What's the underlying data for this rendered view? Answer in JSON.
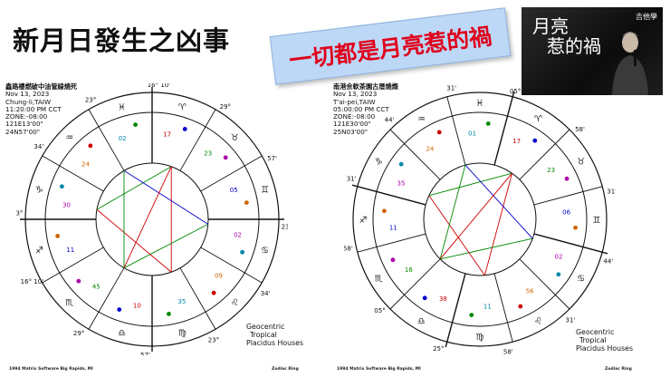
{
  "title": "新月日發生之凶事",
  "banner": "一切都是月亮惹的禍",
  "photo": {
    "caption_line1": "月亮",
    "caption_line2": "惹的禍",
    "logo": "吉他學"
  },
  "charts": [
    {
      "event": "鑫路樓燃破中油管線燒死",
      "date": "Nov 13, 2023",
      "location": "Chung-li,TAIW",
      "time": "11:20:00 PM CCT",
      "zone": "ZONE:-08:00",
      "longitude": "121E13'00\"",
      "latitude": "24N57'00\"",
      "footer1": "Geocentric",
      "footer2": "Tropical",
      "footer3": "Placidus Houses",
      "software": "1994 Matrix Software Big Rapids, MI",
      "wheel": "Zodiac Ring",
      "cusps": [
        "16° 10'",
        "29°",
        "57'",
        "23°",
        "34'",
        "23°",
        "57'",
        "29°",
        "16° 10'",
        "23°",
        "34'",
        "23°"
      ],
      "labels": [
        "17",
        "23",
        "05",
        "02",
        "09",
        "35",
        "10",
        "45",
        "11",
        "30",
        "24",
        "02"
      ]
    },
    {
      "event": "南港余軟茶園古厝燒燬",
      "date": "Nov 13, 2023",
      "location": "T'ai-pei,TAIW",
      "time": "05:00:00 PM CCT",
      "zone": "ZONE:-08:00",
      "longitude": "121E30'00\"",
      "latitude": "25N03'00\"",
      "footer1": "Geocentric",
      "footer2": "Tropical",
      "footer3": "Placidus Houses",
      "software": "1994 Matrix Software Big Rapids, MI",
      "wheel": "Zodiac Ring",
      "cusps": [
        "05° 25'",
        "58'",
        "31'",
        "44'",
        "31'",
        "58'",
        "25°",
        "05°",
        "58'",
        "31'",
        "44'",
        "31'"
      ],
      "labels": [
        "17",
        "23",
        "06",
        "02",
        "56",
        "11",
        "38",
        "16",
        "11",
        "35",
        "24",
        "01"
      ]
    }
  ]
}
